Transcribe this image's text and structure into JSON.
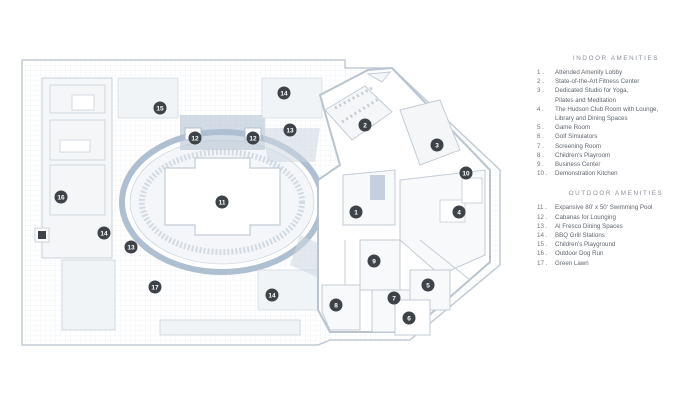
{
  "indoor": {
    "heading": "INDOOR AMENITIES",
    "items": [
      {
        "num": "1 .",
        "label": "Attended Amenity Lobby"
      },
      {
        "num": "2 .",
        "label": "State-of-the-Art Fitness Center"
      },
      {
        "num": "3 .",
        "label": "Dedicated Studio for Yoga,"
      },
      {
        "num": "",
        "label": "Pilates and Meditation"
      },
      {
        "num": "4 .",
        "label": "The Hudson Club Room with Lounge,"
      },
      {
        "num": "",
        "label": "Library and Dining Spaces"
      },
      {
        "num": "5 .",
        "label": "Game Room"
      },
      {
        "num": "6 .",
        "label": "Golf Simulators"
      },
      {
        "num": "7 .",
        "label": "Screening Room"
      },
      {
        "num": "8 .",
        "label": "Children's Playroom"
      },
      {
        "num": "9 .",
        "label": "Business Center"
      },
      {
        "num": "10 .",
        "label": "Demonstration Kitchen"
      }
    ]
  },
  "outdoor": {
    "heading": "OUTDOOR AMENITIES",
    "items": [
      {
        "num": "11 .",
        "label": "Expansive 80' x 50' Swimming Pool"
      },
      {
        "num": "12 .",
        "label": "Cabanas for Lounging"
      },
      {
        "num": "13 .",
        "label": "Al Fresco Dining Spaces"
      },
      {
        "num": "14 .",
        "label": "BBQ Grill Stations"
      },
      {
        "num": "15 .",
        "label": "Children's Playground"
      },
      {
        "num": "16 .",
        "label": "Outdoor Dog Run"
      },
      {
        "num": "17 .",
        "label": "Green Lawn"
      }
    ]
  },
  "markers": [
    "1",
    "2",
    "3",
    "4",
    "5",
    "6",
    "7",
    "8",
    "9",
    "10",
    "11",
    "12",
    "12",
    "13",
    "13",
    "14",
    "14",
    "14",
    "15",
    "16",
    "17"
  ],
  "colors": {
    "marker": "#3e4349",
    "wall": "#c3ccd6",
    "pool": "#cdd7e2",
    "paving": "#eef1f4",
    "accent": "#a9bccf"
  }
}
